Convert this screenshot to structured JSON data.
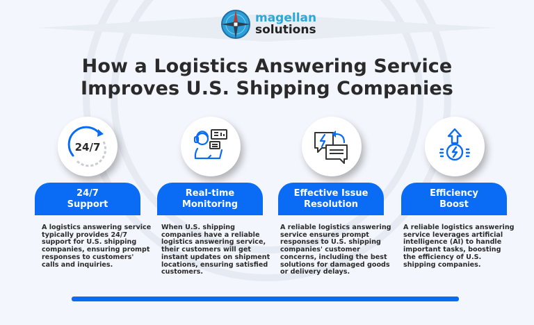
{
  "logo": {
    "line1": "magellan",
    "line2": "solutions"
  },
  "title": {
    "line1": "How a Logistics Answering Service",
    "line2": "Improves U.S. Shipping Companies"
  },
  "colors": {
    "background": "#f3f6fc",
    "accent_blue": "#0a6cf5",
    "title_text": "#2a2a2a",
    "logo_cyan": "#2aa8d8"
  },
  "features": [
    {
      "icon": "clock-24-7-icon",
      "icon_text": "24/7",
      "title_line1": "24/7",
      "title_line2": "Support",
      "description": "A logistics answering service typically provides 24/7 support for U.S. shipping companies, ensuring prompt responses to customers' calls and inquiries."
    },
    {
      "icon": "agent-monitoring-icon",
      "title_line1": "Real-time",
      "title_line2": "Monitoring",
      "description": "When U.S. shipping companies have a reliable logistics answering service, their customers will get instant updates on shipment locations, ensuring satisfied customers."
    },
    {
      "icon": "chat-resolution-icon",
      "title_line1": "Effective Issue",
      "title_line2": "Resolution",
      "description": "A reliable logistics answering service ensures prompt responses to U.S. shipping companies' customer concerns, including the best solutions for damaged goods or delivery delays."
    },
    {
      "icon": "energy-boost-icon",
      "title_line1": "Efficiency",
      "title_line2": "Boost",
      "description": "A reliable logistics answering service leverages artificial intelligence (AI) to handle important tasks, boosting the efficiency of U.S. shipping companies."
    }
  ]
}
